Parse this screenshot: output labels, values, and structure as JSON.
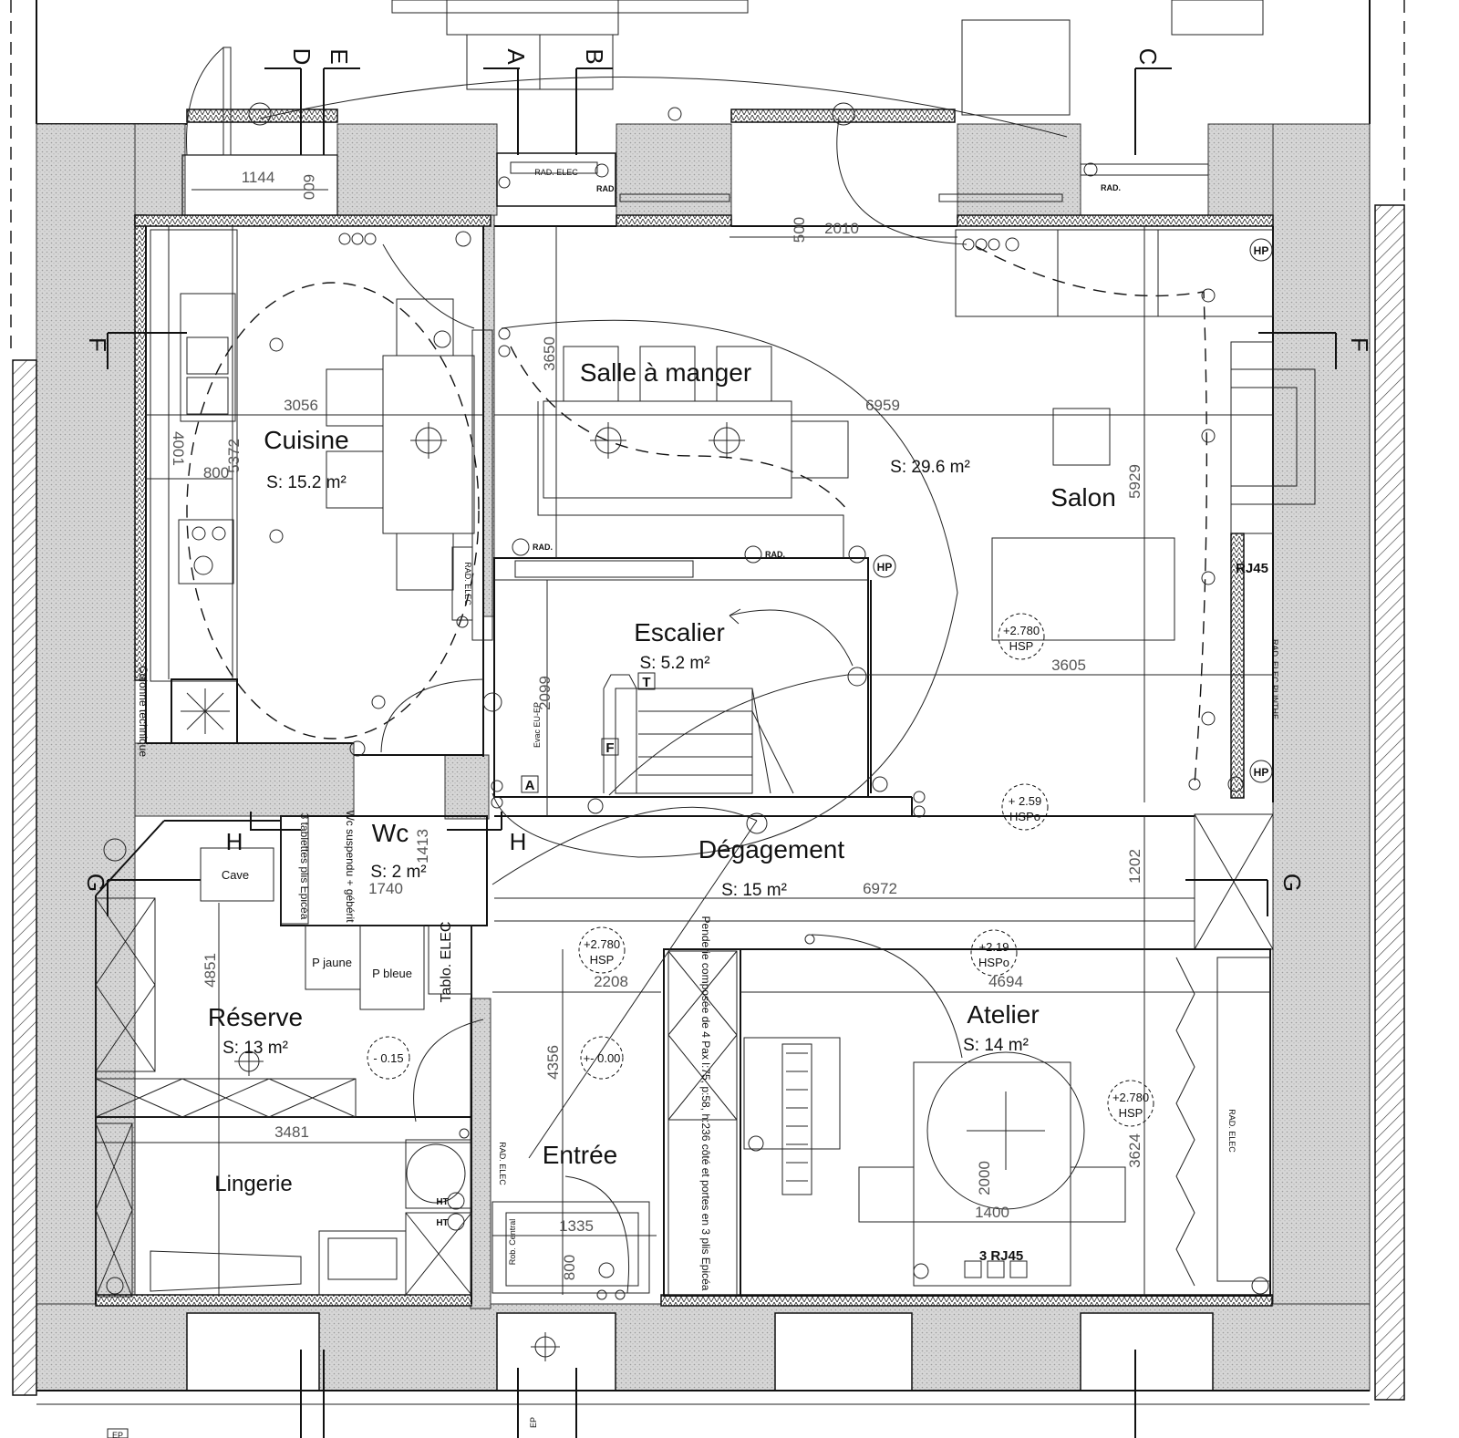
{
  "rooms": {
    "cuisine": {
      "name": "Cuisine",
      "area": "S: 15.2 m²"
    },
    "salle": {
      "name": "Salle à manger"
    },
    "salon": {
      "name": "Salon",
      "area": "S: 29.6 m²"
    },
    "escalier": {
      "name": "Escalier",
      "area": "S: 5.2 m²"
    },
    "wc": {
      "name": "Wc",
      "area": "S: 2 m²"
    },
    "degagement": {
      "name": "Dégagement",
      "area": "S: 15 m²"
    },
    "reserve": {
      "name": "Réserve",
      "area": "S: 13 m²"
    },
    "lingerie": {
      "name": "Lingerie"
    },
    "entree": {
      "name": "Entrée"
    },
    "atelier": {
      "name": "Atelier",
      "area": "S: 14 m²"
    }
  },
  "dimensions": {
    "d1144": "1144",
    "d600": "600",
    "d2010": "2010",
    "d500": "500",
    "d3650": "3650",
    "d3056": "3056",
    "d6959": "6959",
    "d4001": "4001",
    "d800a": "800",
    "d5372": "5372",
    "d5929": "5929",
    "d3605": "3605",
    "d2099": "2099",
    "d1413": "1413",
    "d1740": "1740",
    "d6972": "6972",
    "d1202": "1202",
    "d4851": "4851",
    "d2208": "2208",
    "d4694": "4694",
    "d4356": "4356",
    "d3481": "3481",
    "d1335": "1335",
    "d800b": "800",
    "d2000": "2000",
    "d1400": "1400",
    "d3624": "3624"
  },
  "sections": {
    "a": "A",
    "b": "B",
    "c": "C",
    "d": "D",
    "e": "E",
    "f": "F",
    "g": "G",
    "h": "H",
    "t": "T"
  },
  "labels": {
    "rad_elec": "RAD. ELEC",
    "rad": "RAD.",
    "hp": "HP",
    "ht": "HT",
    "rj45": "RJ45",
    "rj45_3": "3 RJ45",
    "rad_elec_plinthe": "RAD. ELEC PLINTHE",
    "colonne_technique": "Colonne technique",
    "cave": "Cave",
    "wc_note": "Wc suspendu + gébérit",
    "tablettes": "3 tablettes plis Epicéa",
    "p_jaune": "P jaune",
    "p_bleue": "P bleue",
    "tablo_elec": "Tablo. ELEC",
    "evac_eu_ep": "Evac EU-EP",
    "rob_central": "Rob. Central",
    "penderie": "Penderie composée de 4 Pax l:75, p:58, h:236 côté et portes en 3 plis Epicéa",
    "rad_elec_short": "RAD. ELEC"
  },
  "levels": {
    "l1": {
      "top": "+2.780",
      "bottom": "HSP"
    },
    "l2": {
      "top": "+ 2.59",
      "bottom": "HSPo"
    },
    "l3": {
      "top": "+2.780",
      "bottom": "HSP"
    },
    "l4": {
      "top": "+2.19",
      "bottom": "HSPo"
    },
    "l5": {
      "top": "+2.780",
      "bottom": "HSP"
    },
    "l6": {
      "top": "- 0.15",
      "bottom": ""
    },
    "l7": {
      "top": "+- 0.00",
      "bottom": ""
    }
  },
  "legend_cut": "EP",
  "bottom_label": "EP"
}
